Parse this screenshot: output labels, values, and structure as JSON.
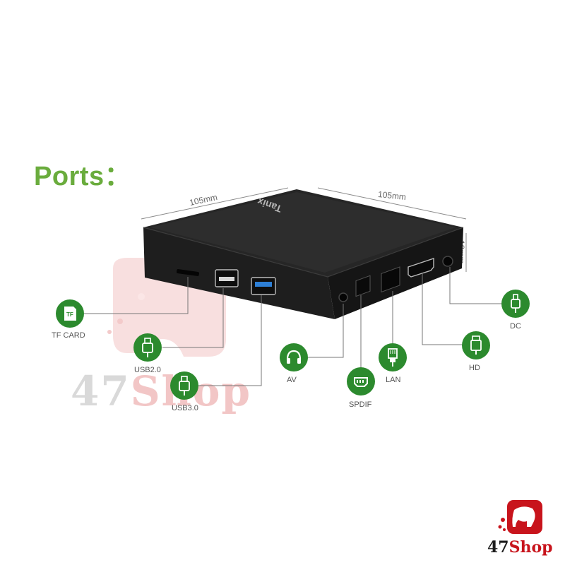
{
  "title": "Ports：",
  "dimensions": {
    "width_left": "105mm",
    "width_right": "105mm",
    "height": "18mm"
  },
  "device": {
    "brand": "Tanix"
  },
  "ports": [
    {
      "key": "tf",
      "label": "TF CARD",
      "icon": "tf-card-icon",
      "icon_text": "TF"
    },
    {
      "key": "usb2",
      "label": "USB2.0",
      "icon": "usb-plug-icon"
    },
    {
      "key": "usb3",
      "label": "USB3.0",
      "icon": "usb-plug-icon"
    },
    {
      "key": "av",
      "label": "AV",
      "icon": "headphones-icon"
    },
    {
      "key": "spdif",
      "label": "SPDIF",
      "icon": "spdif-connector-icon"
    },
    {
      "key": "lan",
      "label": "LAN",
      "icon": "ethernet-plug-icon"
    },
    {
      "key": "hd",
      "label": "HD",
      "icon": "hdmi-plug-icon"
    },
    {
      "key": "dc",
      "label": "DC",
      "icon": "dc-plug-icon"
    }
  ],
  "watermark": {
    "number": "47",
    "word": "Shop"
  },
  "logo": {
    "number": "47",
    "word": "Shop"
  },
  "colors": {
    "title_green": "#6aac3d",
    "icon_green": "#2c8a2e",
    "device_black": "#1d1d1d",
    "logo_red": "#c8141c"
  }
}
